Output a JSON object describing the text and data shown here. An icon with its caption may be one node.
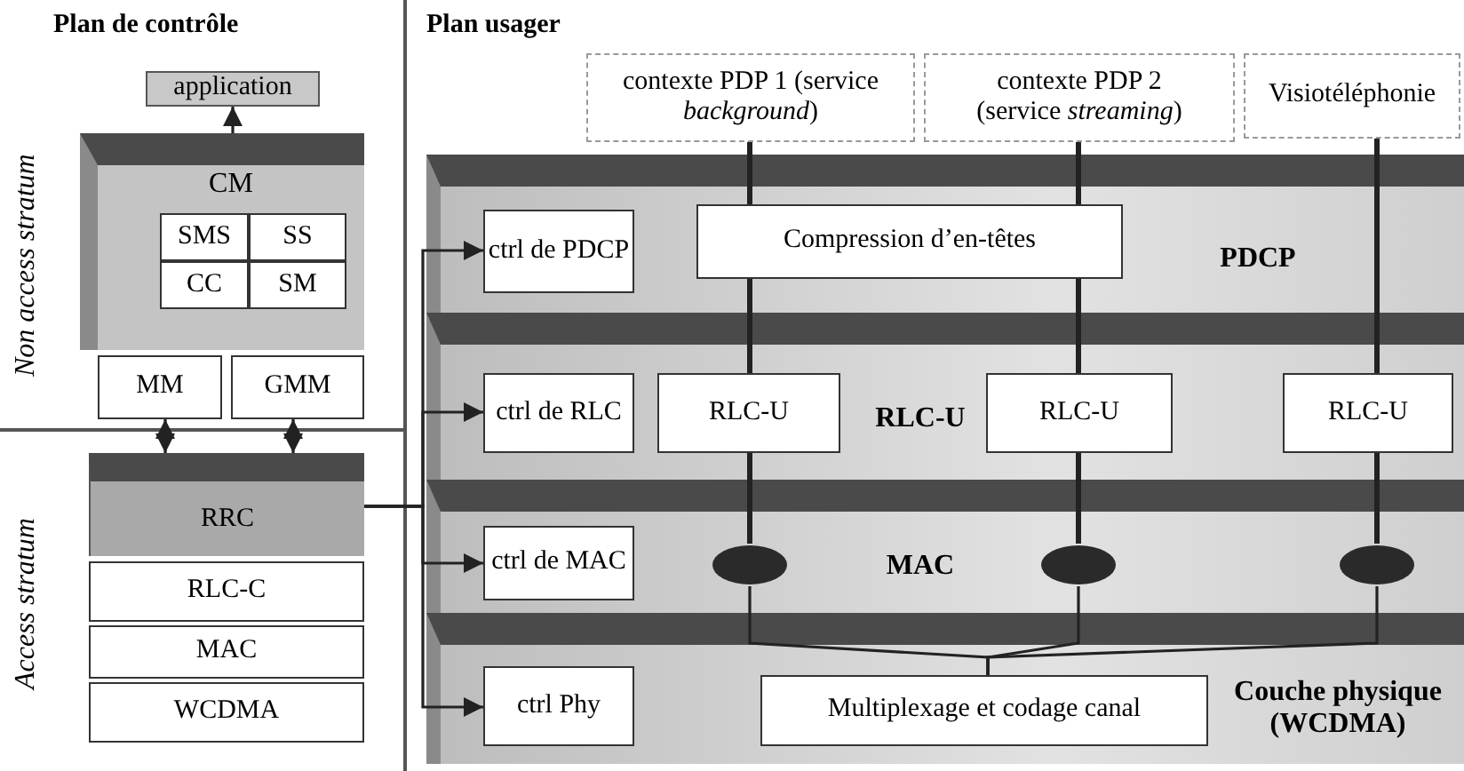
{
  "diagram": {
    "nodes": [
      {
        "text": [
          "application"
        ]
      },
      {
        "text": [
          "CM"
        ]
      },
      {
        "text": [
          "SMS"
        ],
        "in": 1
      },
      {
        "text": [
          "SS"
        ],
        "in": 1
      },
      {
        "text": [
          "CC"
        ],
        "in": 1
      },
      {
        "text": [
          "SM"
        ],
        "in": 1
      },
      {
        "text": [
          "MM"
        ]
      },
      {
        "text": [
          "GMM"
        ]
      },
      {
        "text": [
          "RRC"
        ]
      },
      {
        "text": [
          "RLC-C"
        ]
      },
      {
        "text": [
          "MAC"
        ]
      },
      {
        "text": [
          "WCDMA"
        ]
      },
      {
        "text": [
          "contexte PDP 1 (service *background*)"
        ]
      },
      {
        "text": [
          "contexte PDP 2 (service *streaming*)"
        ]
      },
      {
        "text": [
          "Visiotéléphonie"
        ]
      },
      {
        "text": [
          "PDCP"
        ]
      },
      {
        "text": [
          "ctrl de PDCP"
        ],
        "in": 15
      },
      {
        "text": [
          "Compression d’en-têtes"
        ],
        "in": 15
      },
      {
        "text": [
          "RLC-U"
        ]
      },
      {
        "text": [
          "ctrl de RLC"
        ],
        "in": 18
      },
      {
        "text": [
          "RLC-U"
        ],
        "in": 18
      },
      {
        "text": [
          "RLC-U"
        ],
        "in": 18
      },
      {
        "text": [
          "RLC-U"
        ],
        "in": 18
      },
      {
        "text": [
          "MAC"
        ]
      },
      {
        "text": [
          "ctrl de MAC"
        ],
        "in": 23
      },
      {
        "text": [],
        "shape": "ellipse",
        "in": 23
      },
      {
        "text": [],
        "shape": "ellipse",
        "in": 23
      },
      {
        "text": [],
        "shape": "ellipse",
        "in": 23
      },
      {
        "text": [
          "Couche physique (WCDMA)"
        ]
      },
      {
        "text": [
          "ctrl Phy"
        ],
        "in": 28
      },
      {
        "text": [
          "Multiplexage et codage canal"
        ],
        "in": 28
      }
    ],
    "edges": [
      {
        "from": 1,
        "to": 0,
        "arrow": "to"
      },
      {
        "from": 6,
        "to": 8,
        "arrow": "both"
      },
      {
        "from": 7,
        "to": 8,
        "arrow": "both"
      },
      {
        "from": 8,
        "to": 16,
        "arrow": "to"
      },
      {
        "from": 8,
        "to": 19,
        "arrow": "to"
      },
      {
        "from": 8,
        "to": 24,
        "arrow": "to"
      },
      {
        "from": 8,
        "to": 29,
        "arrow": "to"
      },
      {
        "from": 12,
        "to": 17,
        "arrow": "none"
      },
      {
        "from": 13,
        "to": 17,
        "arrow": "none"
      },
      {
        "from": 14,
        "to": 22,
        "arrow": "none"
      },
      {
        "from": 17,
        "to": 20,
        "arrow": "none"
      },
      {
        "from": 17,
        "to": 21,
        "arrow": "none"
      },
      {
        "from": 20,
        "to": 25,
        "arrow": "none"
      },
      {
        "from": 21,
        "to": 26,
        "arrow": "none"
      },
      {
        "from": 22,
        "to": 27,
        "arrow": "none"
      },
      {
        "from": 25,
        "to": 30,
        "arrow": "none"
      },
      {
        "from": 26,
        "to": 30,
        "arrow": "none"
      },
      {
        "from": 27,
        "to": 30,
        "arrow": "none"
      }
    ],
    "labels": [
      "Plan de contrôle",
      "Plan usager",
      "Non access stratum",
      "Access stratum"
    ]
  }
}
